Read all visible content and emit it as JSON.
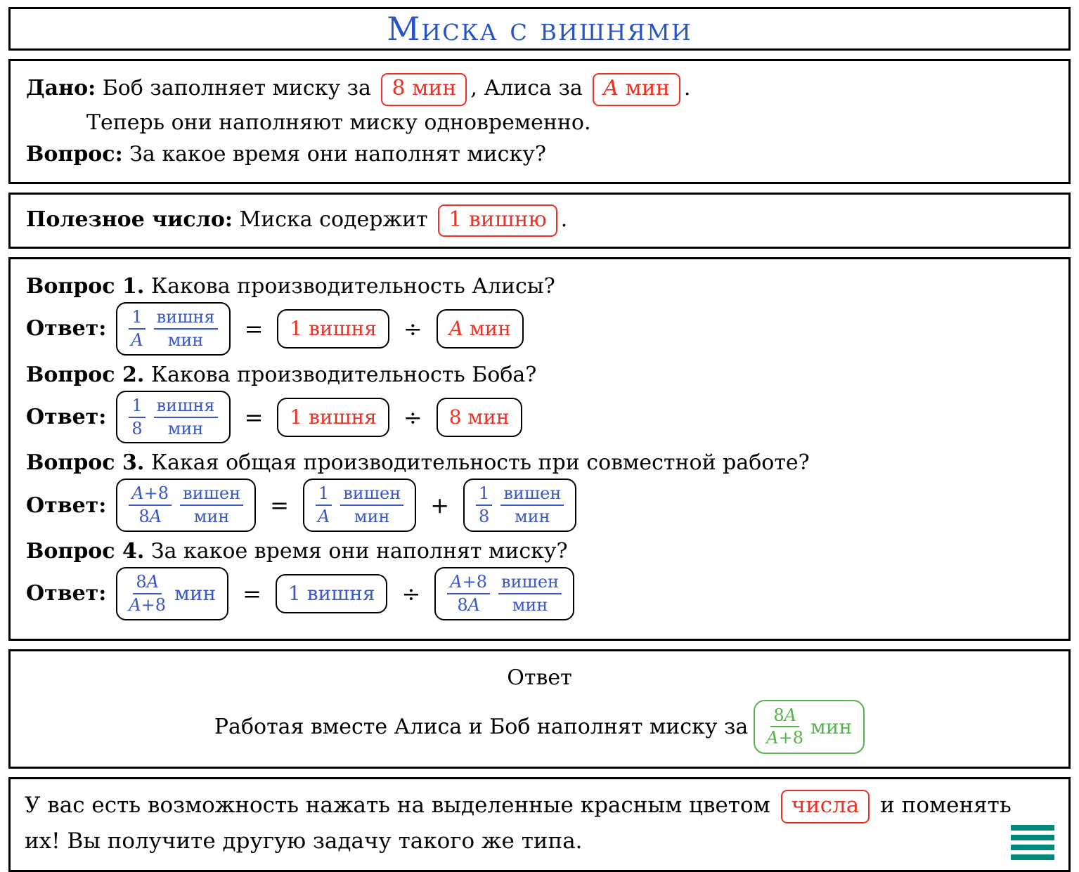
{
  "colors": {
    "title": "#2653c8",
    "math": "#3a57c8",
    "red": "#ee3023",
    "green": "#56b44c",
    "teal": "#00897b"
  },
  "title": "Миска с вишнями",
  "given": {
    "label": "Дано:",
    "text1": "Боб заполняет миску за",
    "bob_chip": "8 мин",
    "text2": ", Алиса за",
    "alice_chip": "A мин",
    "text3": ".",
    "line2": "Теперь они наполняют миску одновременно.",
    "q_label": "Вопрос:",
    "q_text": "За какое время они наполнят миску?"
  },
  "useful": {
    "label": "Полезное число:",
    "text": "Миска содержит",
    "chip": "1 вишню",
    "after": "."
  },
  "qa": {
    "answer_label": "Ответ:",
    "q1": {
      "label": "Вопрос 1.",
      "text": "Какова производительность Алисы?"
    },
    "a1": {
      "result": {
        "num": "1",
        "den": "A",
        "unit_num": "вишня",
        "unit_den": "мин"
      },
      "eq": "=",
      "dividend": "1 вишня",
      "op": "÷",
      "divisor": "A мин"
    },
    "q2": {
      "label": "Вопрос 2.",
      "text": "Какова производительность Боба?"
    },
    "a2": {
      "result": {
        "num": "1",
        "den": "8",
        "unit_num": "вишня",
        "unit_den": "мин"
      },
      "eq": "=",
      "dividend": "1 вишня",
      "op": "÷",
      "divisor": "8 мин"
    },
    "q3": {
      "label": "Вопрос 3.",
      "text": "Какая общая производительность при совместной работе?"
    },
    "a3": {
      "result": {
        "num": "A+8",
        "den": "8A",
        "unit_num": "вишен",
        "unit_den": "мин"
      },
      "eq": "=",
      "term1": {
        "num": "1",
        "den": "A",
        "unit_num": "вишен",
        "unit_den": "мин"
      },
      "plus": "+",
      "term2": {
        "num": "1",
        "den": "8",
        "unit_num": "вишен",
        "unit_den": "мин"
      }
    },
    "q4": {
      "label": "Вопрос 4.",
      "text": "За какое время они наполнят миску?"
    },
    "a4": {
      "result": {
        "num": "8A",
        "den": "A+8",
        "unit": "мин"
      },
      "eq": "=",
      "dividend": "1 вишня",
      "op": "÷",
      "divisor": {
        "num": "A+8",
        "den": "8A",
        "unit_num": "вишен",
        "unit_den": "мин"
      }
    }
  },
  "final": {
    "header": "Ответ",
    "text": "Работая вместе Алиса и Боб наполнят миску за",
    "chip": {
      "num": "8A",
      "den": "A+8",
      "unit": "мин"
    }
  },
  "footer": {
    "part1": "У вас есть возможность нажать на выделенные красным цветом",
    "chip": "числа",
    "part2": "и поменять",
    "line2": "их! Вы получите другую задачу такого же типа."
  }
}
